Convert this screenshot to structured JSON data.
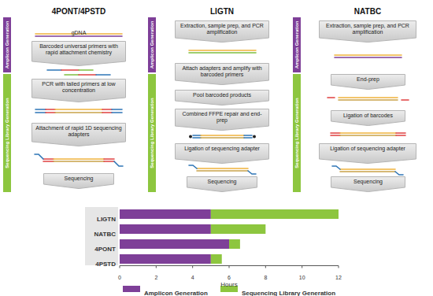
{
  "diagram": {
    "nodes": [
      {
        "text": [
          "Amplicon Generation"
        ]
      },
      {
        "text": [
          "Sequencing Library Generation"
        ]
      },
      {
        "text": [
          "Barcoded universal primers with rapid attachment chemistry"
        ]
      },
      {
        "text": [
          "PCR with tailed primers at low concentration"
        ]
      },
      {
        "text": [
          "Attachment of rapid 1D sequencing adapters"
        ]
      },
      {
        "text": [
          "Sequencing"
        ]
      },
      {
        "text": [
          "Amplicon Generation"
        ]
      },
      {
        "text": [
          "Sequencing Library Generation"
        ]
      },
      {
        "text": [
          "Extraction, sample prep, and PCR amplification"
        ]
      },
      {
        "text": [
          "Attach adapters and amplify with barcoded primers"
        ]
      },
      {
        "text": [
          "Pool barcoded products"
        ]
      },
      {
        "text": [
          "Combined FFPE repair and end-prep"
        ]
      },
      {
        "text": [
          "Ligation of sequencing adapter"
        ]
      },
      {
        "text": [
          "Sequencing"
        ]
      },
      {
        "text": [
          "Amplicon Generation"
        ]
      },
      {
        "text": [
          "Sequencing Library Generation"
        ]
      },
      {
        "text": [
          "Extraction, sample prep, and PCR amplification"
        ]
      },
      {
        "text": [
          "End-prep"
        ]
      },
      {
        "text": [
          "Ligation of barcodes"
        ]
      },
      {
        "text": [
          "Ligation of sequencing adapter"
        ]
      },
      {
        "text": [
          "Sequencing"
        ]
      }
    ],
    "labels": [
      "4PONT/4PSTD",
      "LIGTN",
      "NATBC",
      "gDNA",
      "LIGTN",
      "NATBC",
      "4PONT",
      "4PSTD",
      "0",
      "2",
      "4",
      "6",
      "8",
      "10",
      "12",
      "Hours"
    ],
    "legend": [
      {
        "text": "Amplicon Generation",
        "color": "#7e3f98"
      },
      {
        "text": "Sequencing Library Generation",
        "color": "#8dc63f"
      }
    ]
  }
}
